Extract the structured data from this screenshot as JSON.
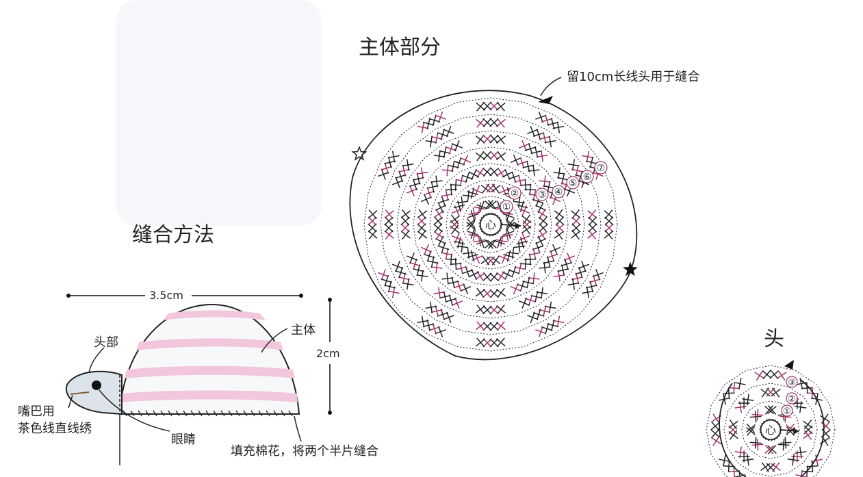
{
  "titles": {
    "main_part": "主体部分",
    "sewing_method": "缝合方法",
    "head": "头"
  },
  "main_chart": {
    "note_yarn_tail": "留10cm长线头用于缝合",
    "center_label": "心",
    "round_numbers": [
      "①",
      "②",
      "③",
      "④",
      "⑤",
      "⑥",
      "⑦"
    ]
  },
  "head_chart": {
    "center_label": "心",
    "round_numbers": [
      "①",
      "②",
      "③"
    ]
  },
  "sewing": {
    "width_label": "3.5cm",
    "height_label": "2cm",
    "label_head": "头部",
    "label_body": "主体",
    "label_mouth_line1": "嘴巴用",
    "label_mouth_line2": "茶色线直线绣",
    "label_eye": "眼睛",
    "label_stuffing": "填充棉花，将两个半片缝合"
  },
  "colors": {
    "ink": "#222222",
    "accent_stitch": "#a0306a",
    "stripe_pink": "#f2c6dc",
    "head_fill": "#dde3ea",
    "body_fill": "#f7f8fa"
  },
  "icons": [
    "hollow-star-icon",
    "filled-star-icon",
    "cut-yarn-triangle-icon",
    "arrow-icon"
  ]
}
